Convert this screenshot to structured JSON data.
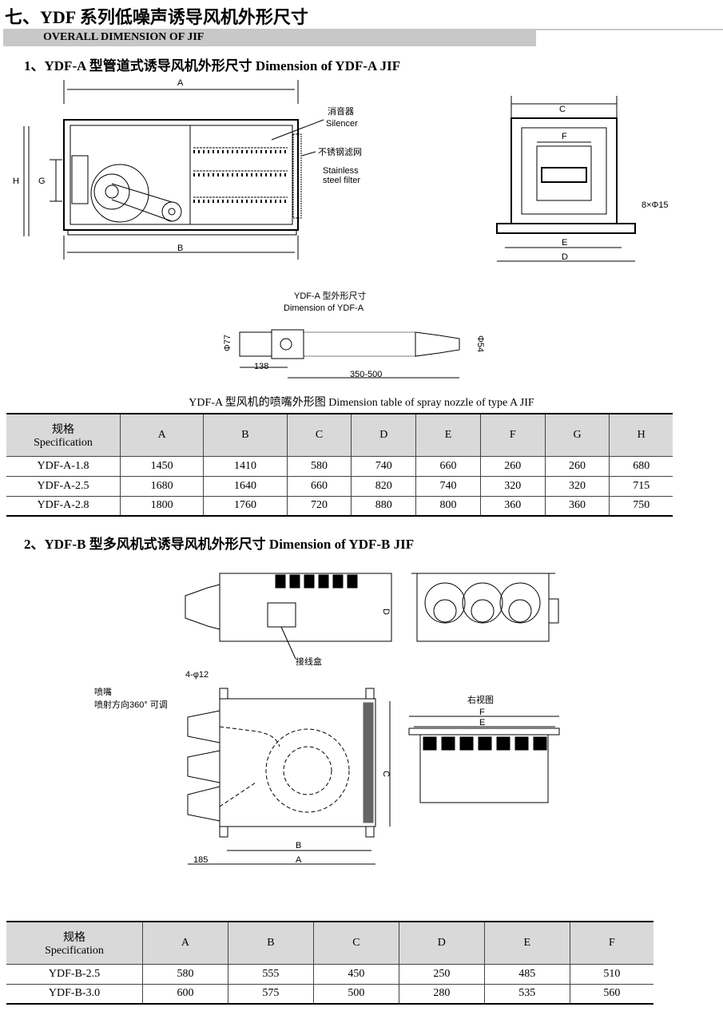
{
  "title": "七、YDF 系列低噪声诱导风机外形尺寸",
  "subtitle": "OVERALL DIMENSION OF JIF",
  "section1": {
    "heading": "1、YDF-A 型管道式诱导风机外形尺寸 Dimension of YDF-A JIF",
    "labels": {
      "A": "A",
      "B": "B",
      "H": "H",
      "G": "G",
      "silencer_cn": "消音器",
      "silencer_en": "Silencer",
      "filter_cn": "不锈钢滤网",
      "filter_en1": "Stainless",
      "filter_en2": "steel filter",
      "C": "C",
      "F": "F",
      "E": "E",
      "D": "D",
      "holes": "8×Φ15"
    },
    "nozzle": {
      "title_cn": "YDF-A 型外形尺寸",
      "title_en": "Dimension of YDF-A",
      "d1": "Φ77",
      "d2": "Φ54",
      "len1": "138",
      "len2": "350-500"
    },
    "caption": "YDF-A 型风机的喷嘴外形图 Dimension table of spray nozzle of type A JIF",
    "table": {
      "spec_cn": "规格",
      "spec_en": "Specification",
      "columns": [
        "A",
        "B",
        "C",
        "D",
        "E",
        "F",
        "G",
        "H"
      ],
      "rows": [
        [
          "YDF-A-1.8",
          "1450",
          "1410",
          "580",
          "740",
          "660",
          "260",
          "260",
          "680"
        ],
        [
          "YDF-A-2.5",
          "1680",
          "1640",
          "660",
          "820",
          "740",
          "320",
          "320",
          "715"
        ],
        [
          "YDF-A-2.8",
          "1800",
          "1760",
          "720",
          "880",
          "800",
          "360",
          "360",
          "750"
        ]
      ]
    }
  },
  "section2": {
    "heading": "2、YDF-B 型多风机式诱导风机外形尺寸 Dimension of YDF-B JIF",
    "labels": {
      "D": "D",
      "junction_box": "接线盒",
      "holes": "4-φ12",
      "nozzle": "喷嘴",
      "direction": "喷射方向360° 可调",
      "C": "C",
      "B": "B",
      "A": "A",
      "dim185": "185",
      "right_view": "右视图",
      "F": "F",
      "E": "E"
    },
    "table": {
      "spec_cn": "规格",
      "spec_en": "Specification",
      "columns": [
        "A",
        "B",
        "C",
        "D",
        "E",
        "F"
      ],
      "rows": [
        [
          "YDF-B-2.5",
          "580",
          "555",
          "450",
          "250",
          "485",
          "510"
        ],
        [
          "YDF-B-3.0",
          "600",
          "575",
          "500",
          "280",
          "535",
          "560"
        ]
      ]
    }
  }
}
